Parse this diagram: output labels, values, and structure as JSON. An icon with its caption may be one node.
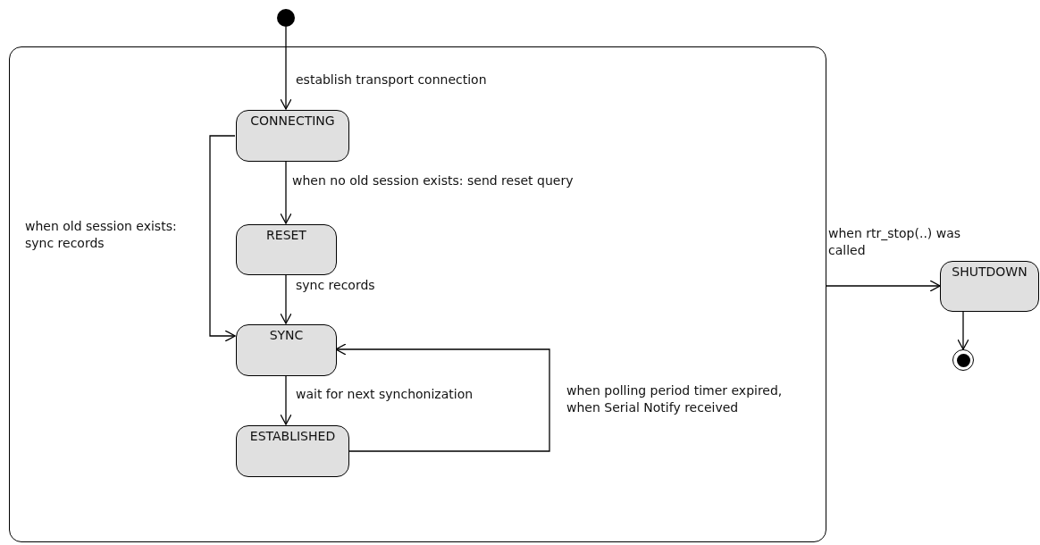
{
  "diagram": {
    "nodes": [
      {
        "text": [],
        "shape": "circle"
      },
      {
        "text": [],
        "shape": "box"
      },
      {
        "text": [
          "CONNECTING"
        ],
        "in": 1
      },
      {
        "text": [
          "RESET"
        ],
        "in": 1
      },
      {
        "text": [
          "SYNC"
        ],
        "in": 1
      },
      {
        "text": [
          "ESTABLISHED"
        ],
        "in": 1
      },
      {
        "text": [
          "SHUTDOWN"
        ]
      },
      {
        "text": [],
        "shape": "circle"
      }
    ],
    "edges": [
      {
        "from": 0,
        "to": 2,
        "arrow": "to",
        "label": "establish transport connection"
      },
      {
        "from": 2,
        "to": 3,
        "arrow": "to",
        "label": "when no old session exists: send reset query"
      },
      {
        "from": 2,
        "to": 4,
        "arrow": "to",
        "label": "when old session exists: sync records"
      },
      {
        "from": 3,
        "to": 4,
        "arrow": "to",
        "label": "sync records"
      },
      {
        "from": 4,
        "to": 5,
        "arrow": "to",
        "label": "wait for next synchonization"
      },
      {
        "from": 5,
        "to": 4,
        "arrow": "to",
        "label": "when polling period timer expired, when Serial Notify received"
      },
      {
        "from": 1,
        "to": 6,
        "arrow": "to",
        "label": "when rtr_stop(..) was called"
      },
      {
        "from": 6,
        "to": 7,
        "arrow": "to"
      }
    ]
  }
}
